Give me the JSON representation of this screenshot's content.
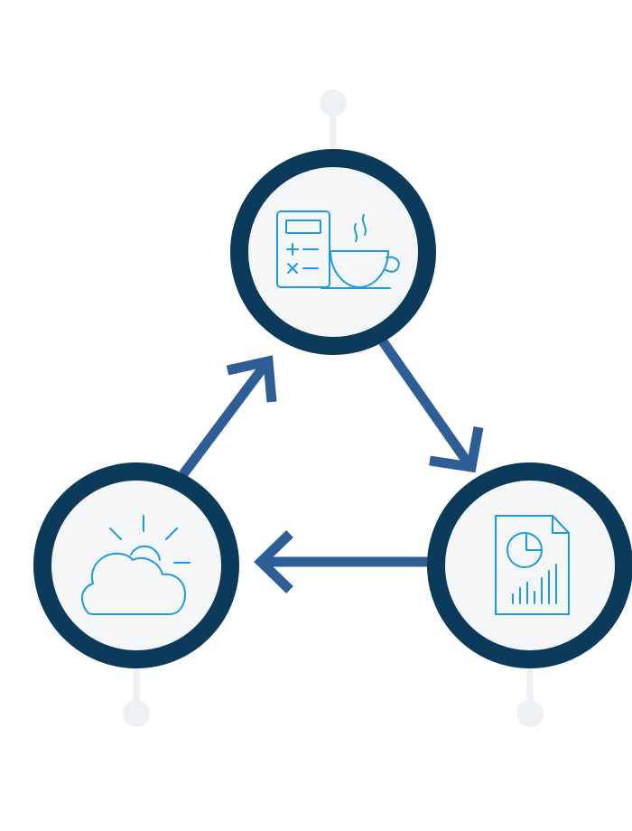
{
  "diagram": {
    "type": "cycle",
    "colors": {
      "ring": "#0b3a5b",
      "node_fill": "#f4f6f8",
      "arrow": "#2f5e96",
      "icon": "#1e9bdc",
      "connector": "#eef1f4"
    },
    "nodes": [
      {
        "id": "top",
        "icon": "calculator-coffee-icon"
      },
      {
        "id": "right",
        "icon": "report-chart-icon"
      },
      {
        "id": "left",
        "icon": "cloud-sun-icon"
      }
    ],
    "edges": [
      {
        "from": "top",
        "to": "right"
      },
      {
        "from": "right",
        "to": "left"
      },
      {
        "from": "left",
        "to": "top"
      }
    ]
  }
}
